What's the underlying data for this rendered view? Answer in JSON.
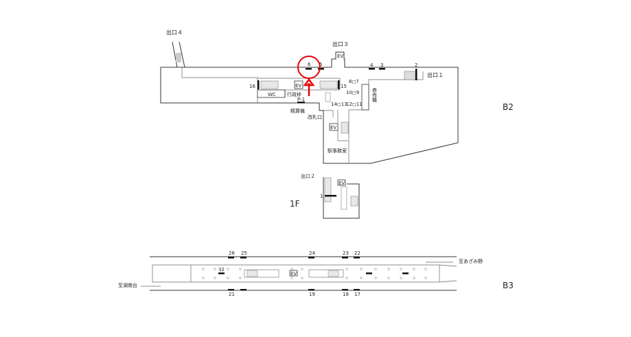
{
  "map": {
    "floors": {
      "b2": "B2",
      "f1": "1F",
      "b3": "B3"
    },
    "exits": {
      "exit1": "出口１",
      "exit2": "出口２",
      "exit3": "出口３",
      "exit4": "出口４"
    },
    "b2_labels": {
      "ev": "EV",
      "wc": "WC",
      "gyosei": "行政枠",
      "p1": "P-1",
      "seisanki": "精算機",
      "kaisatsu": "改札口",
      "kenbaiki": "券売機",
      "office": "駅事務室",
      "gates_a": "8◻7",
      "gates_b": "10◻9",
      "gates_c": "14◻13",
      "gates_d": "12◻11"
    },
    "b2_numbers": {
      "n2": "2",
      "n3": "3",
      "n4": "4",
      "n5": "5",
      "n6": "6",
      "n15": "15",
      "n16": "16"
    },
    "f1_labels": {
      "ev": "EV",
      "n1": "1"
    },
    "b3_labels": {
      "ev": "EV",
      "to_azamino": "至あざみ野",
      "to_shonandai": "至湖南台",
      "top_numbers": [
        "26",
        "25",
        "24",
        "23",
        "22"
      ],
      "bottom_numbers": [
        "21",
        "19",
        "18",
        "17"
      ],
      "n32": "32"
    },
    "highlight": {
      "target": "6",
      "color": "#e60000"
    }
  }
}
